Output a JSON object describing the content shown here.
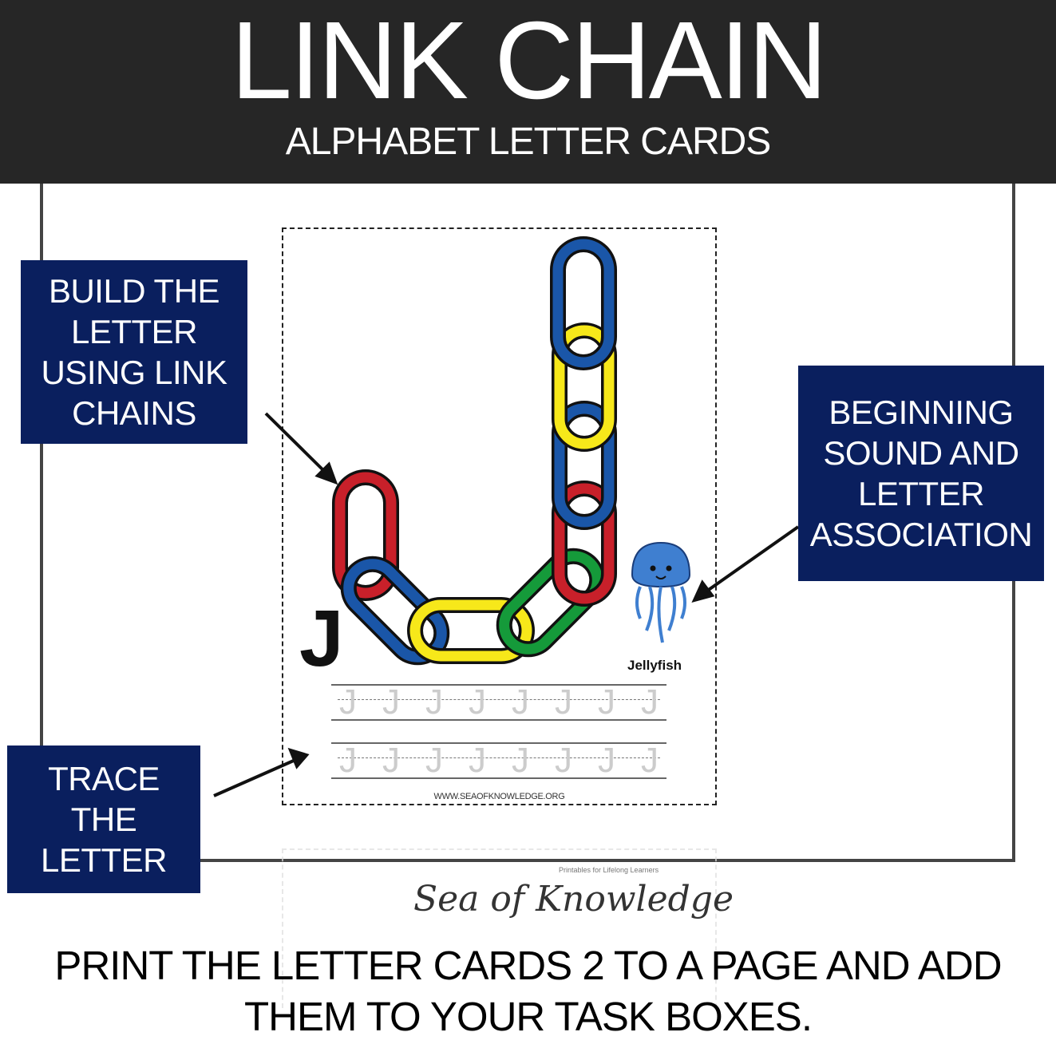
{
  "header": {
    "title": "LINK CHAIN",
    "subtitle": "ALPHABET LETTER CARDS"
  },
  "callouts": {
    "build": "BUILD THE LETTER USING LINK CHAINS",
    "sound": "BEGINNING SOUND AND LETTER ASSOCIATION",
    "trace": "TRACE THE LETTER"
  },
  "card": {
    "letter": "J",
    "picture_word": "Jellyfish",
    "url": "WWW.SEAOFKNOWLEDGE.ORG",
    "trace_letter": "J"
  },
  "logo": {
    "name": "Sea of Knowledge",
    "tagline": "Printables for Lifelong Learners"
  },
  "footer": "PRINT THE LETTER CARDS 2 TO A PAGE AND ADD THEM TO YOUR TASK BOXES.",
  "colors": {
    "header_bg": "#262626",
    "callout_bg": "#0a1f5e",
    "blue": "#1a56a8",
    "yellow": "#f7e81a",
    "red": "#c8202a",
    "green": "#159a3a"
  }
}
